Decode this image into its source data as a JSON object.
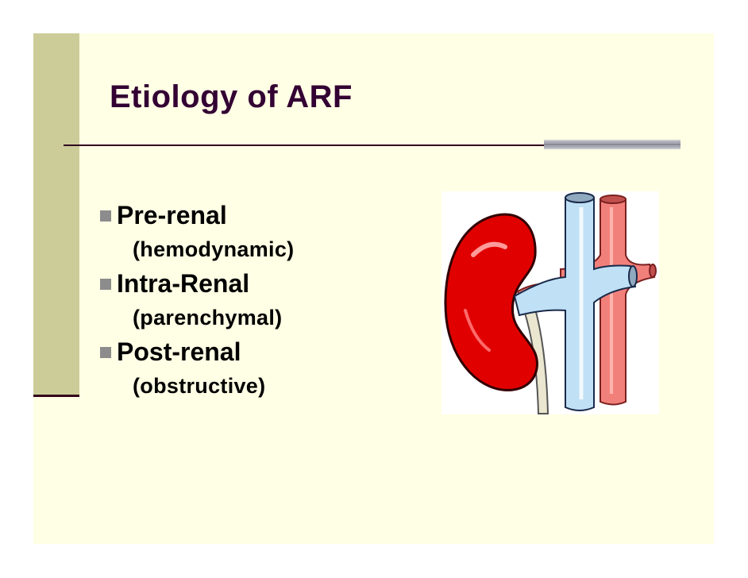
{
  "slide": {
    "title": "Etiology of ARF",
    "bullets": [
      {
        "label": "Pre-renal",
        "sub": "(hemodynamic)"
      },
      {
        "label": "Intra-Renal",
        "sub": "(parenchymal)"
      },
      {
        "label": "Post-renal",
        "sub": "(obstructive)"
      }
    ]
  },
  "colors": {
    "background": "#ffffe5",
    "left_band": "#cccc99",
    "title_text": "#330033",
    "kidney_red": "#e00000",
    "vein_blue": "#bfe0f5",
    "artery_pink": "#f2807a"
  },
  "illustration": "kidney-with-renal-vessels"
}
